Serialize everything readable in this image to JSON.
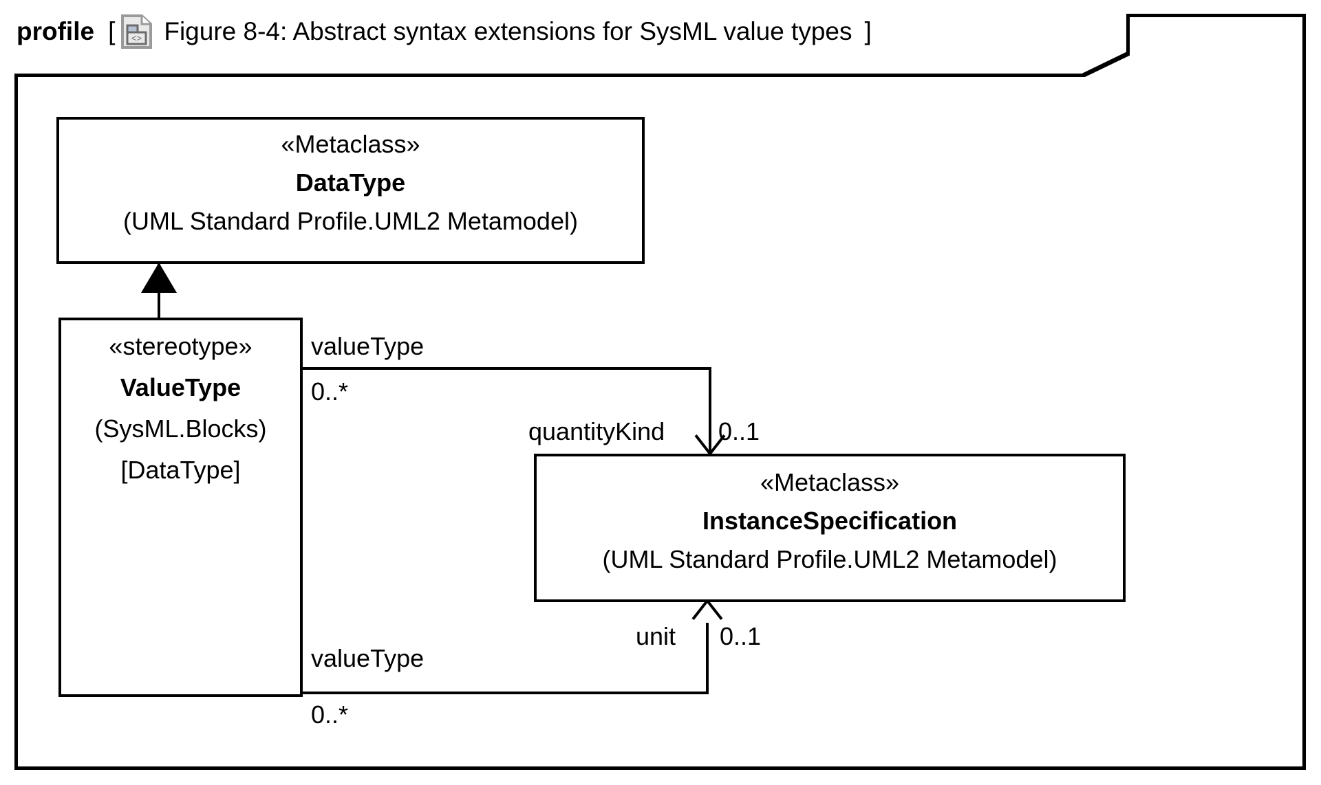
{
  "frame": {
    "keyword": "profile",
    "bracket_open": "[",
    "bracket_close": "]",
    "icon": "profile-diagram-document-icon",
    "title": "Figure 8-4: Abstract syntax extensions for SysML value types"
  },
  "colors": {
    "line": "#000000",
    "background": "#ffffff",
    "icon_outline": "#808080",
    "icon_fill": "#e8e8e8",
    "icon_tab_fill": "#b6c2d4"
  },
  "classes": {
    "datatype": {
      "stereotype": "«Metaclass»",
      "name": "DataType",
      "qualified": "(UML Standard Profile.UML2 Metamodel)"
    },
    "valuetype": {
      "stereotype": "«stereotype»",
      "name": "ValueType",
      "qualified": "(SysML.Blocks)",
      "extends": "[DataType]"
    },
    "instancespecification": {
      "stereotype": "«Metaclass»",
      "name": "InstanceSpecification",
      "qualified": "(UML Standard Profile.UML2 Metamodel)"
    }
  },
  "relationships": {
    "generalization": {
      "source": "ValueType",
      "target": "DataType",
      "arrow": "filled-triangle"
    },
    "quantity_kind": {
      "source": "ValueType",
      "target": "InstanceSpecification",
      "source_role": "valueType",
      "source_multiplicity": "0..*",
      "target_role": "quantityKind",
      "target_multiplicity": "0..1",
      "arrow": "open-arrow"
    },
    "unit": {
      "source": "ValueType",
      "target": "InstanceSpecification",
      "source_role": "valueType",
      "source_multiplicity": "0..*",
      "target_role": "unit",
      "target_multiplicity": "0..1",
      "arrow": "open-arrow"
    }
  }
}
